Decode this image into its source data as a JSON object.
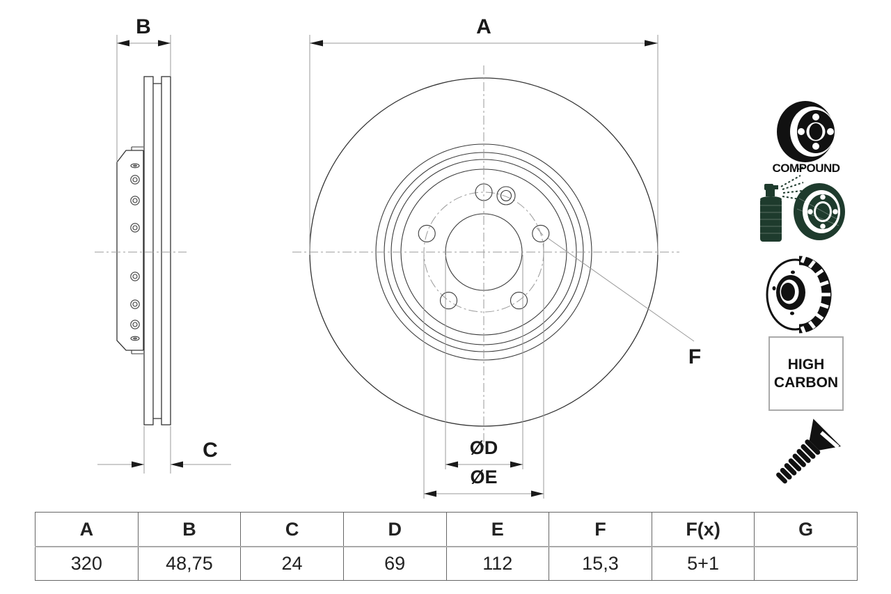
{
  "drawing": {
    "dimension_labels": {
      "a": "A",
      "b": "B",
      "c": "C",
      "d": "ØD",
      "e": "ØE",
      "f": "F"
    }
  },
  "icons": {
    "compound": {
      "name": "compound-wheel-icon",
      "caption": "COMPOUND"
    },
    "coating": {
      "name": "coating-spray-icon",
      "color": "#1e3b2d"
    },
    "vented": {
      "name": "vented-disc-icon"
    },
    "high_carbon": {
      "name": "high-carbon-badge",
      "line1": "HIGH",
      "line2": "CARBON"
    },
    "screw": {
      "name": "countersunk-screw-icon"
    }
  },
  "table": {
    "headers": [
      "A",
      "B",
      "C",
      "D",
      "E",
      "F",
      "F(x)",
      "G"
    ],
    "values": [
      "320",
      "48,75",
      "24",
      "69",
      "112",
      "15,3",
      "5+1",
      ""
    ]
  }
}
